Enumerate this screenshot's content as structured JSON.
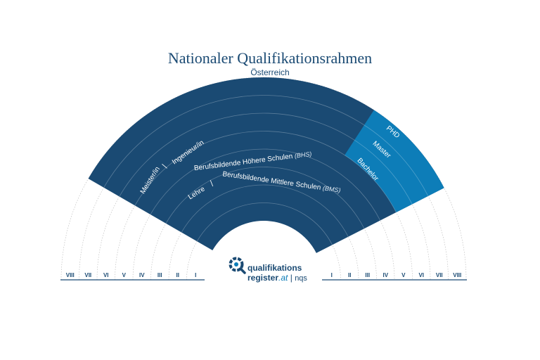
{
  "header": {
    "title": "Nationaler Qualifikationsrahmen",
    "subtitle": "Österreich"
  },
  "levels_left": [
    "VIII",
    "VII",
    "VI",
    "V",
    "IV",
    "III",
    "II",
    "I"
  ],
  "levels_right": [
    "I",
    "II",
    "III",
    "IV",
    "V",
    "VI",
    "VII",
    "VIII"
  ],
  "labels": {
    "meister": "Meister/in",
    "ingenieur": "Ingenieur/in",
    "bhs_name": "Berufsbildende Höhere Schulen",
    "bhs_abbr": "(BHS)",
    "lehre": "Lehre",
    "bms_name": "Berufsbildende Mittlere Schulen",
    "bms_abbr": "(BMS)",
    "phd": "PHD",
    "master": "Master",
    "bachelor": "Bachelor",
    "separator": "|"
  },
  "logo": {
    "line1": "qualifikations",
    "line2": "register",
    "line2_suffix": ".at",
    "separator": "|",
    "partner": "nqs"
  },
  "colors": {
    "dark_blue": "#1a4a73",
    "light_blue": "#0d7db8",
    "grid": "#b5b5b5"
  }
}
